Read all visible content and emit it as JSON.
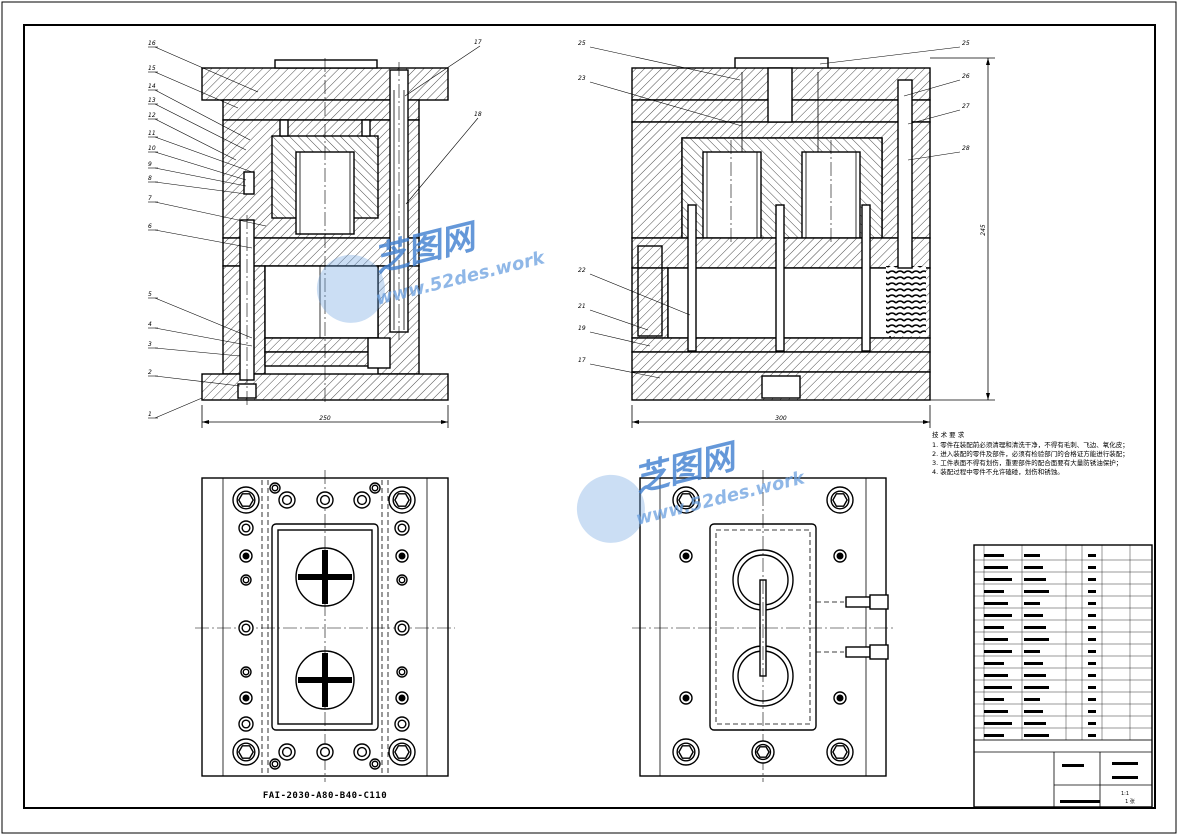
{
  "drawing": {
    "model_code": "FAI-2030-A80-B40-C110",
    "dim_width_left": "250",
    "dim_width_right": "300",
    "dim_height_right": "245"
  },
  "callouts_left": [
    "16",
    "15",
    "14",
    "13",
    "12",
    "11",
    "10",
    "9",
    "8",
    "7",
    "6",
    "5",
    "4",
    "3",
    "2",
    "1"
  ],
  "callout_left_top": "17",
  "callout_left_mid": "18",
  "callouts_right_left": [
    "25",
    "23",
    "22",
    "21",
    "19",
    "17"
  ],
  "callouts_right_right": [
    "25",
    "26",
    "27",
    "28"
  ],
  "tech_requirements": {
    "title": "技 术 要 求",
    "items": [
      "1. 零件在装配前必须清理和清洗干净，不得有毛刺、飞边、氧化皮；",
      "2. 进入装配的零件及部件，必须有检验部门的合格证方能进行装配；",
      "3. 工件表面不得有划伤，重要部件的配合面要有大量防锈油保护；",
      "4. 装配过程中零件不允许磕碰，划伤和锈蚀。"
    ]
  },
  "watermark": {
    "cn": "芝图网",
    "url": "www.52des.work"
  },
  "title_block": {
    "scale_text": "1:1",
    "sheet_text": "1 张"
  }
}
